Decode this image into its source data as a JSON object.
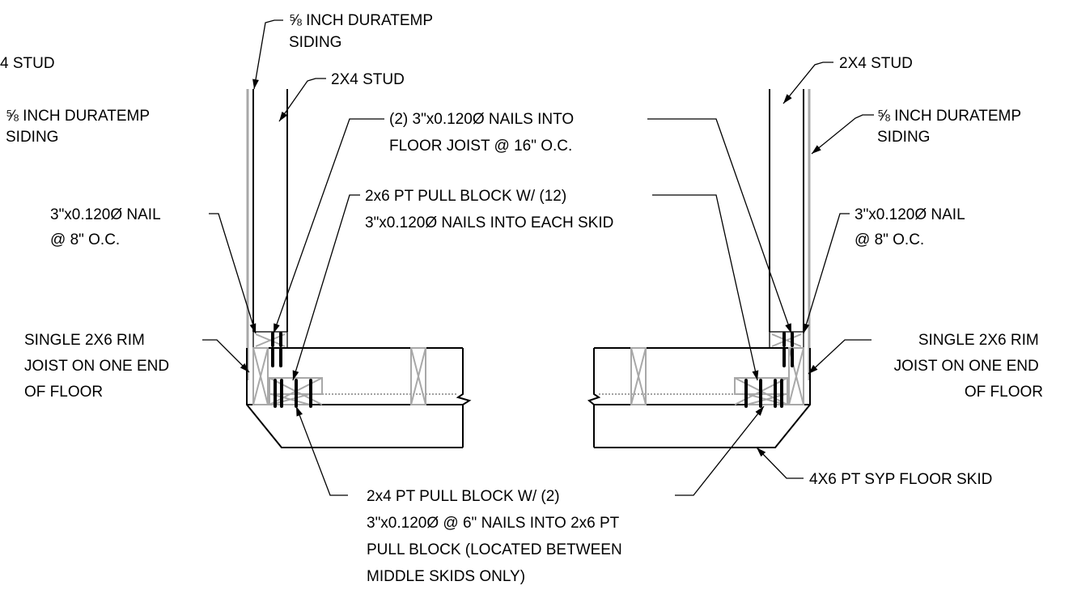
{
  "labels": {
    "siding_top": [
      "⅝ INCH DURATEMP",
      "SIDING"
    ],
    "stud_far_left": "4 STUD",
    "siding_left": [
      "⅝ INCH DURATEMP",
      "SIDING"
    ],
    "stud_center_left": "2X4 STUD",
    "nails_floor_joist": [
      "(2) 3\"x0.120Ø NAILS INTO",
      "FLOOR JOIST @ 16\" O.C."
    ],
    "pull_block_2x6": [
      "2x6 PT PULL BLOCK W/ (12)",
      "3\"x0.120Ø NAILS INTO EACH SKID"
    ],
    "nail_8oc_left": [
      "3\"x0.120Ø NAIL",
      "@ 8\" O.C."
    ],
    "rim_joist_left": [
      "SINGLE 2X6 RIM",
      "JOIST ON ONE END",
      "OF FLOOR"
    ],
    "stud_right": "2X4 STUD",
    "siding_right": [
      "⅝ INCH DURATEMP",
      "SIDING"
    ],
    "nail_8oc_right": [
      "3\"x0.120Ø NAIL",
      "@ 8\" O.C."
    ],
    "rim_joist_right": [
      "SINGLE 2X6 RIM",
      "JOIST ON ONE END",
      "OF FLOOR"
    ],
    "floor_skid": "4X6 PT SYP FLOOR SKID",
    "pull_block_2x4": [
      "2x4 PT PULL BLOCK W/ (2)",
      "3\"x0.120Ø @ 6\" NAILS INTO 2x6 PT",
      "PULL BLOCK (LOCATED BETWEEN",
      "MIDDLE SKIDS ONLY)"
    ]
  },
  "colors": {
    "line": "#000000",
    "framing_gray": "#a8a8a8"
  }
}
